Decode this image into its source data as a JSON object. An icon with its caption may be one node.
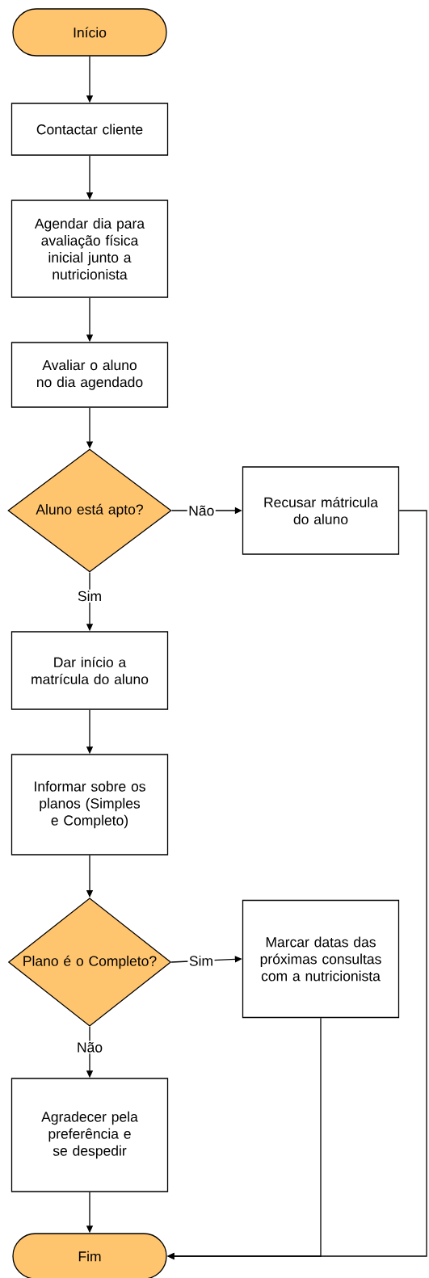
{
  "diagram": {
    "nodes": [
      {
        "text": [
          "Início"
        ]
      },
      {
        "text": [
          "Contactar cliente"
        ]
      },
      {
        "text": [
          "Agendar dia para avaliação física inicial junto a nutricionista"
        ]
      },
      {
        "text": [
          "Avaliar o aluno no dia agendado"
        ]
      },
      {
        "text": [
          "Aluno está apto?"
        ]
      },
      {
        "text": [
          "Recusar mátricula do aluno"
        ]
      },
      {
        "text": [
          "Dar início a matrícula do aluno"
        ]
      },
      {
        "text": [
          "Informar sobre os planos (Simples e Completo)"
        ]
      },
      {
        "text": [
          "Plano é o Completo?"
        ]
      },
      {
        "text": [
          "Marcar datas das próximas consultas com a nutricionista"
        ]
      },
      {
        "text": [
          "Agradecer pela preferência e se despedir"
        ]
      },
      {
        "text": [
          "Fim"
        ]
      }
    ],
    "edges": [
      {
        "from": 0,
        "to": 1,
        "arrow": "to"
      },
      {
        "from": 1,
        "to": 2,
        "arrow": "to"
      },
      {
        "from": 2,
        "to": 3,
        "arrow": "to"
      },
      {
        "from": 3,
        "to": 4,
        "arrow": "to"
      },
      {
        "from": 4,
        "to": 5,
        "arrow": "to",
        "label": "Não"
      },
      {
        "from": 4,
        "to": 6,
        "arrow": "to",
        "label": "Sim"
      },
      {
        "from": 6,
        "to": 7,
        "arrow": "to"
      },
      {
        "from": 7,
        "to": 8,
        "arrow": "to"
      },
      {
        "from": 8,
        "to": 9,
        "arrow": "to",
        "label": "Sim"
      },
      {
        "from": 8,
        "to": 10,
        "arrow": "to",
        "label": "Não"
      },
      {
        "from": 10,
        "to": 11,
        "arrow": "to"
      },
      {
        "from": 5,
        "to": 11,
        "arrow": "to"
      },
      {
        "from": 9,
        "to": 11,
        "arrow": "to"
      }
    ]
  }
}
